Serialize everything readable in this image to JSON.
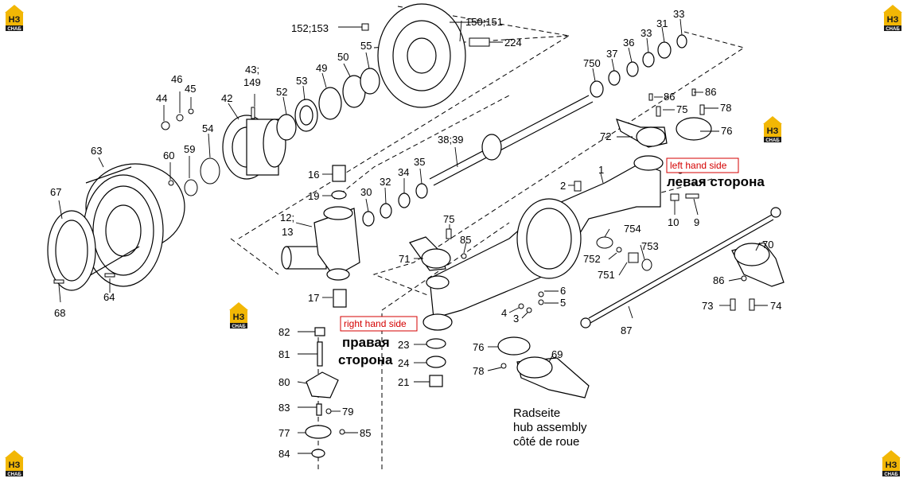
{
  "logo": {
    "mark": "НЗ",
    "sub": "СНАБ",
    "colors": {
      "gold": "#F2B705",
      "dark": "#1a1a1a"
    }
  },
  "colors": {
    "line": "#000000",
    "side_label": "#d40000",
    "part_fill": "#ffffff",
    "shade": "#cfcfcf"
  },
  "annotations": {
    "left_side_en": "left hand side",
    "left_side_ru": "левая сторона",
    "right_side_en": "right hand side",
    "right_side_ru_1": "правая",
    "right_side_ru_2": "сторона"
  },
  "caption": {
    "line1": "Radseite",
    "line2": "hub assembly",
    "line3": "côté de roue"
  },
  "parts": {
    "p152_153": "152;153",
    "p150_151": "150;151",
    "p224": "224",
    "p46": "46",
    "p45": "45",
    "p44": "44",
    "p43": "43;",
    "p149": "149",
    "p42": "42",
    "p52": "52",
    "p53": "53",
    "p49": "49",
    "p50": "50",
    "p55": "55",
    "p54": "54",
    "p63": "63",
    "p60": "60",
    "p59": "59",
    "p67": "67",
    "p68": "68",
    "p64": "64",
    "p16": "16",
    "p19": "19",
    "p12": "12;",
    "p13": "13",
    "p17": "17",
    "p30": "30",
    "p32": "32",
    "p34": "34",
    "p35": "35",
    "p38_39": "38;39",
    "p750": "750",
    "p37": "37",
    "p36": "36",
    "p33a": "33",
    "p31": "31",
    "p33b": "33",
    "p86a": "86",
    "p75a": "75",
    "p86b": "86",
    "p78a": "78",
    "p72": "72",
    "p76a": "76",
    "p1": "1",
    "p2": "2",
    "p10": "10",
    "p9": "9",
    "p75b": "75",
    "p85a": "85",
    "p71": "71",
    "p754": "754",
    "p753": "753",
    "p752": "752",
    "p751": "751",
    "p6": "6",
    "p5": "5",
    "p4": "4",
    "p3": "3",
    "p70": "70",
    "p86c": "86",
    "p73": "73",
    "p74": "74",
    "p87": "87",
    "p82": "82",
    "p81": "81",
    "p80": "80",
    "p83": "83",
    "p79": "79",
    "p77": "77",
    "p85b": "85",
    "p84": "84",
    "p23": "23",
    "p24": "24",
    "p21": "21",
    "p76b": "76",
    "p78b": "78",
    "p69": "69"
  }
}
